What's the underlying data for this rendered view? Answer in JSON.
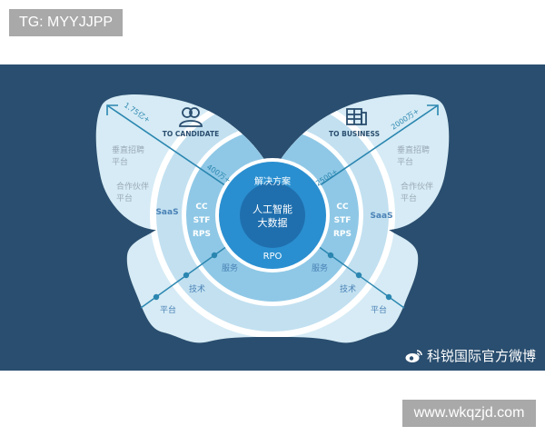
{
  "header_badge": {
    "text": "TG: MYYJJPP"
  },
  "footer_badge": {
    "text": "www.wkqzjd.com"
  },
  "watermark": {
    "icon": "weibo-icon",
    "text": "科锐国际官方微博"
  },
  "colors": {
    "background": "#2a4e6f",
    "wing_outer": "#d6ebf5",
    "wing_mid": "#c2e0f0",
    "wing_inner": "#8fc8e6",
    "core_ring": "#2a8fd0",
    "core_center": "#1f6fae",
    "line": "#2a86b0",
    "label_gray": "#9aaab6",
    "label_blue": "#4a82b6"
  },
  "diagram": {
    "center": {
      "top_label": "解决方案",
      "center_line1": "人工智能",
      "center_line2": "大数据",
      "bottom_label": "RPO"
    },
    "left_wing": {
      "icon": "candidate-icon",
      "title": "TO CANDIDATE",
      "arrow_outer_label": "1.75亿+",
      "arrow_inner_label": "400万+",
      "outer_items": [
        "垂直招聘",
        "平台",
        "合作伙伴",
        "平台"
      ],
      "mid_label": "SaaS",
      "inner_items": [
        "CC",
        "STF",
        "RPS"
      ],
      "lower_labels": {
        "inner": "服务",
        "mid": "技术",
        "outer": "平台"
      }
    },
    "right_wing": {
      "icon": "business-icon",
      "title": "TO BUSINESS",
      "arrow_outer_label": "2000万+",
      "arrow_inner_label": "2500+",
      "outer_items": [
        "垂直招聘",
        "平台",
        "合作伙伴",
        "平台"
      ],
      "mid_label": "SaaS",
      "inner_items": [
        "CC",
        "STF",
        "RPS"
      ],
      "lower_labels": {
        "inner": "服务",
        "mid": "技术",
        "outer": "平台"
      }
    }
  }
}
